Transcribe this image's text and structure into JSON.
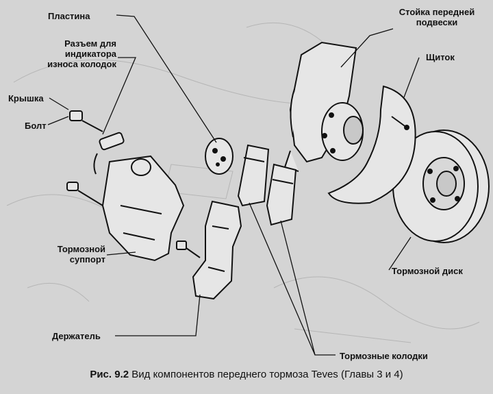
{
  "labels": {
    "plastina": "Пластина",
    "razem_line1": "Разъем для",
    "razem_line2": "индикатора",
    "razem_line3": "износа колодок",
    "kryshka": "Крышка",
    "bolt": "Болт",
    "support_line1": "Тормозной",
    "support_line2": "суппорт",
    "derzhatel": "Держатель",
    "stoika_line1": "Стойка передней",
    "stoika_line2": "подвески",
    "shitok": "Щиток",
    "disk": "Тормозной диск",
    "kolodki": "Тормозные колодки"
  },
  "caption": {
    "prefix": "Рис. 9.2",
    "text": " Вид компонентов переднего тормоза Teves (Главы 3 и 4)"
  },
  "colors": {
    "background": "#d4d4d4",
    "ink": "#111111",
    "part_fill": "#e6e6e6"
  }
}
